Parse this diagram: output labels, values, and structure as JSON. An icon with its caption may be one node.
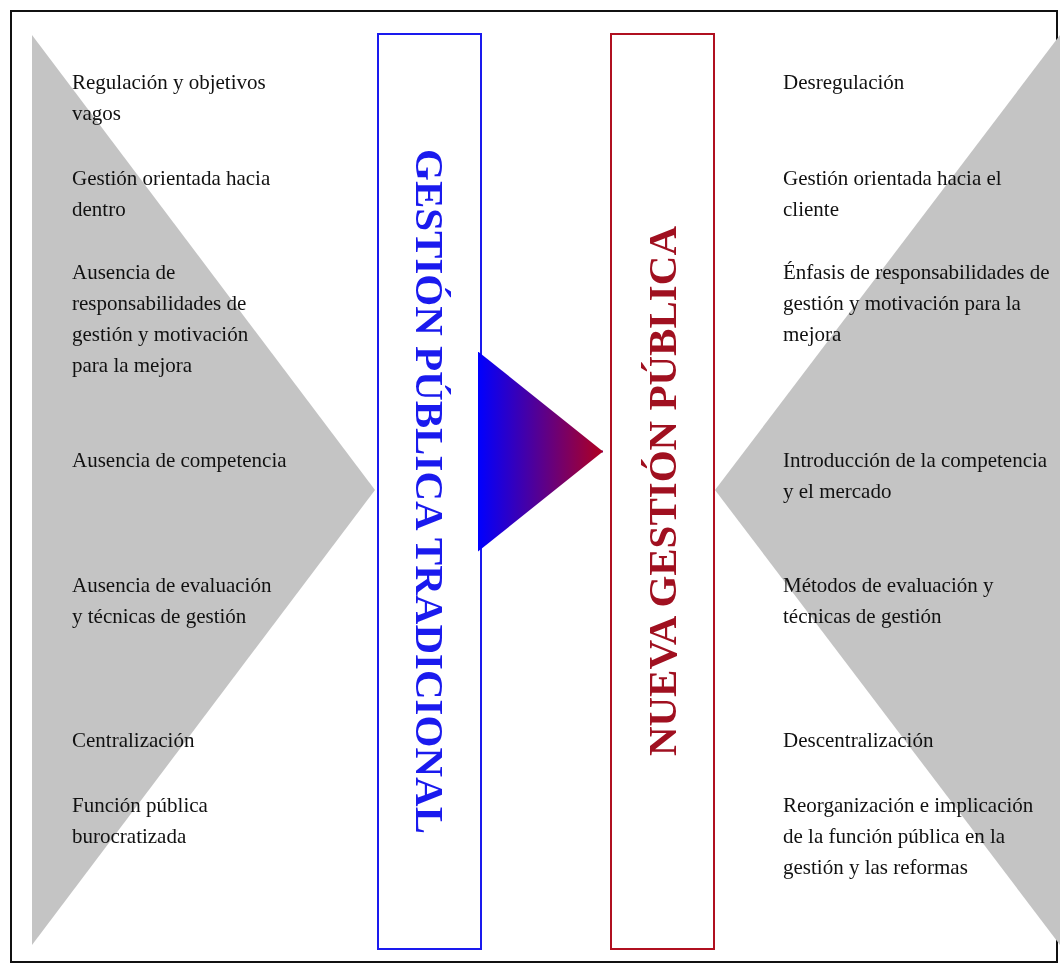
{
  "diagram": {
    "nodes": [
      {
        "text": [
          "Regulación y objetivos vagos",
          "Gestión orientada hacia dentro",
          "Ausencia de responsabilidades de gestión y motivación para la mejora",
          "Ausencia de competencia",
          "Ausencia de evaluación y técnicas de gestión",
          "Centralización",
          "Función pública burocratizada"
        ]
      },
      {
        "text": [
          "GESTIÓN PÚBLICA TRADICIONAL"
        ]
      },
      {
        "text": [
          "NUEVA GESTIÓN PÚBLICA"
        ]
      },
      {
        "text": [
          "Desregulación",
          "Gestión orientada hacia el cliente",
          "Énfasis de responsabilidades de gestión y motivación para la mejora",
          "Introducción de la competencia y el mercado",
          "Métodos de evaluación y técnicas de gestión",
          "Descentralización",
          "Reorganización e implicación de la función pública en la gestión y las reformas"
        ]
      }
    ],
    "edges": [
      {
        "from": 1,
        "to": 2,
        "arrow": "to"
      }
    ]
  }
}
